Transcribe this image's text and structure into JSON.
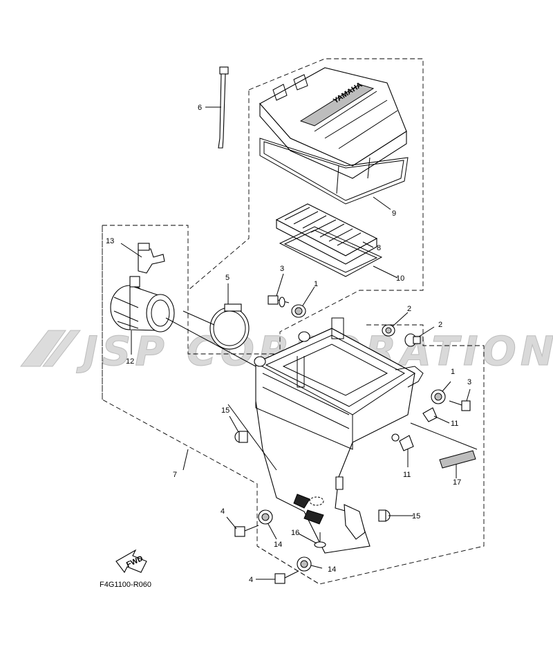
{
  "watermark": "JSP CORPORATION",
  "fwd_label": "FWD",
  "drawing_code": "F4G1100-R060",
  "cover_brand": "YAMAHA",
  "callouts": [
    {
      "id": "c1a",
      "text": "1"
    },
    {
      "id": "c1b",
      "text": "1"
    },
    {
      "id": "c2a",
      "text": "2"
    },
    {
      "id": "c2b",
      "text": "2"
    },
    {
      "id": "c3a",
      "text": "3"
    },
    {
      "id": "c3b",
      "text": "3"
    },
    {
      "id": "c4a",
      "text": "4"
    },
    {
      "id": "c4b",
      "text": "4"
    },
    {
      "id": "c5",
      "text": "5"
    },
    {
      "id": "c6",
      "text": "6"
    },
    {
      "id": "c7",
      "text": "7"
    },
    {
      "id": "c8",
      "text": "8"
    },
    {
      "id": "c9",
      "text": "9"
    },
    {
      "id": "c10",
      "text": "10"
    },
    {
      "id": "c11a",
      "text": "11"
    },
    {
      "id": "c11b",
      "text": "11"
    },
    {
      "id": "c12",
      "text": "12"
    },
    {
      "id": "c13",
      "text": "13"
    },
    {
      "id": "c14a",
      "text": "14"
    },
    {
      "id": "c14b",
      "text": "14"
    },
    {
      "id": "c15a",
      "text": "15"
    },
    {
      "id": "c15b",
      "text": "15"
    },
    {
      "id": "c16",
      "text": "16"
    },
    {
      "id": "c17",
      "text": "17"
    }
  ]
}
